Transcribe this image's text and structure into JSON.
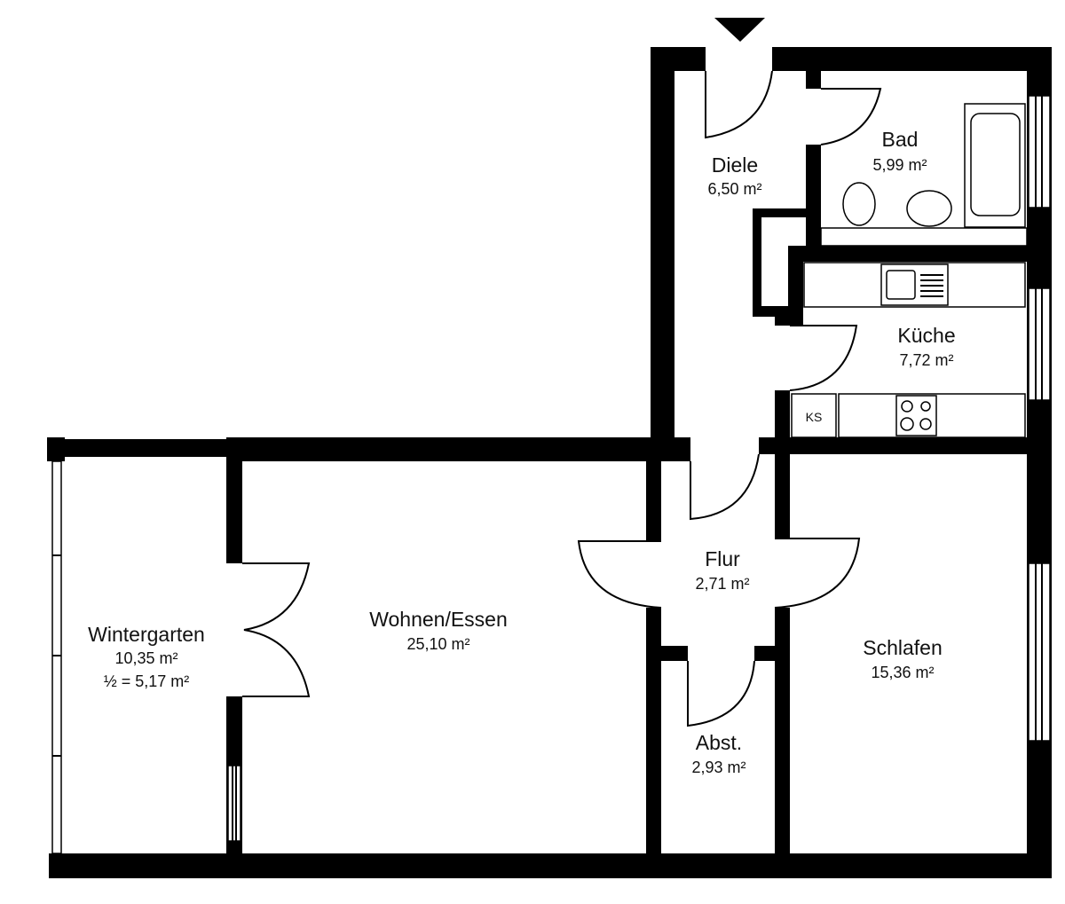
{
  "rooms": {
    "diele": {
      "name": "Diele",
      "area": "6,50 m²"
    },
    "bad": {
      "name": "Bad",
      "area": "5,99 m²"
    },
    "kueche": {
      "name": "Küche",
      "area": "7,72 m²"
    },
    "flur": {
      "name": "Flur",
      "area": "2,71 m²"
    },
    "wohnen": {
      "name": "Wohnen/Essen",
      "area": "25,10 m²"
    },
    "wintergarten": {
      "name": "Wintergarten",
      "area": "10,35 m²",
      "half": "½ = 5,17 m²"
    },
    "schlafen": {
      "name": "Schlafen",
      "area": "15,36 m²"
    },
    "abst": {
      "name": "Abst.",
      "area": "2,93 m²"
    }
  },
  "fixtures": {
    "fridge_label": "KS"
  }
}
